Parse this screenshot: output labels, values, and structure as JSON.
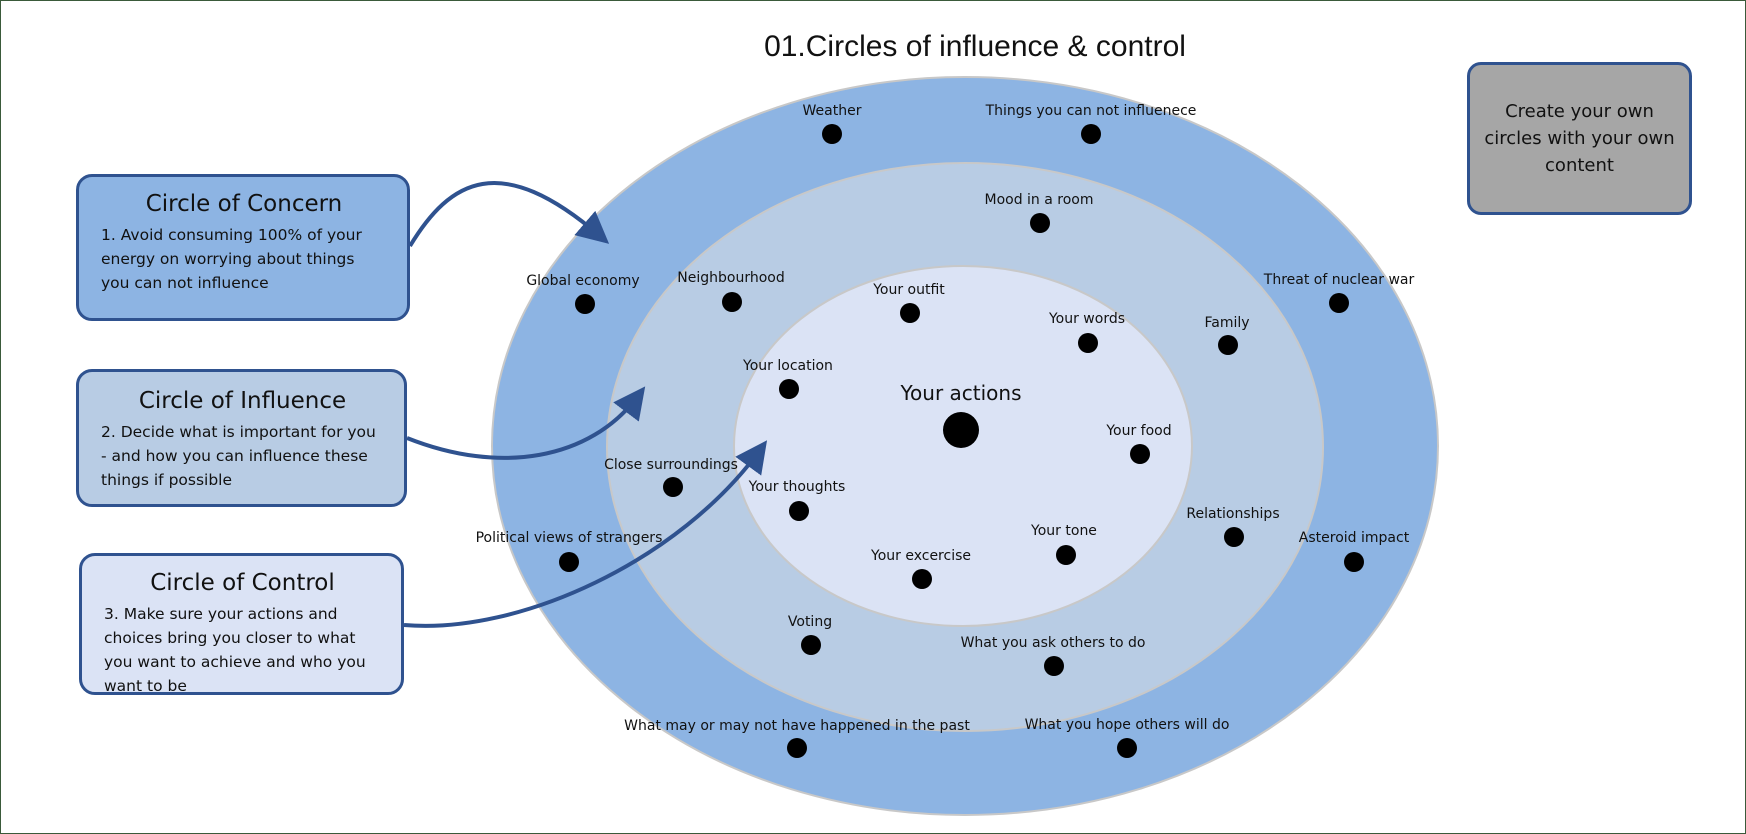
{
  "title": "01.Circles of influence & control",
  "cta_label": "Create your own circles with your own content",
  "colors": {
    "outer_ring": "#8db4e3",
    "middle_ring": "#b8cce4",
    "inner_ring": "#dbe3f5",
    "arrow": "#2f528f",
    "cta": "#a6a6a6"
  },
  "boxes": {
    "concern": {
      "heading": "Circle of Concern",
      "text": "1. Avoid consuming 100% of your energy on worrying about things you can not influence"
    },
    "influence": {
      "heading": "Circle of Influence",
      "text": "2. Decide what is important for you - and how you can influence these things if possible"
    },
    "control": {
      "heading": "Circle of Control",
      "text": "3. Make sure your actions and choices bring you closer to what you want to achieve and who you want to be"
    }
  },
  "center_label": "Your actions",
  "items": {
    "concern": [
      "Weather",
      "Things you can not influenece",
      "Global economy",
      "Threat of nuclear war",
      "Political views of strangers",
      "Asteroid impact",
      "What may or may not have happened in the past",
      "What you hope others will do"
    ],
    "influence": [
      "Mood in a room",
      "Neighbourhood",
      "Family",
      "Close surroundings",
      "Relationships",
      "Voting",
      "What you ask others to do"
    ],
    "control": [
      "Your outfit",
      "Your words",
      "Your location",
      "Your food",
      "Your thoughts",
      "Your tone",
      "Your excercise"
    ]
  }
}
